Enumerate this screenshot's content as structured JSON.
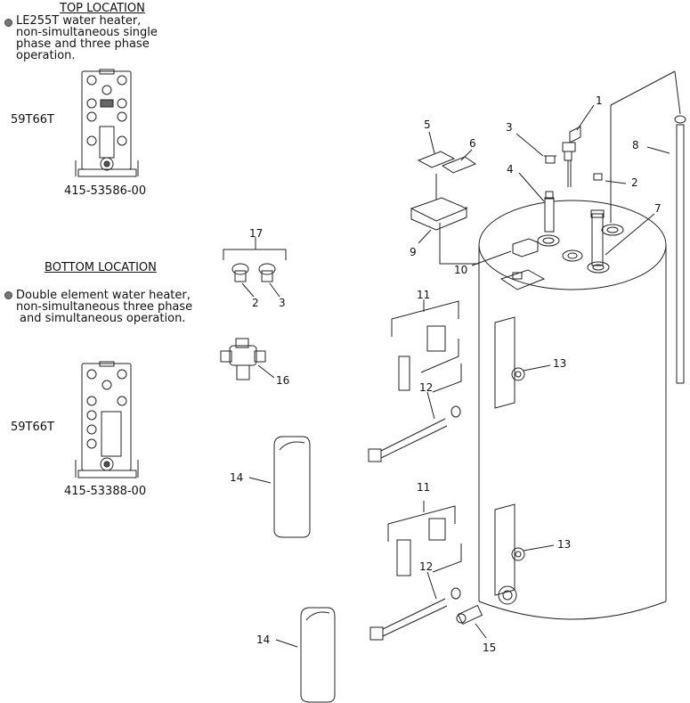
{
  "top": {
    "heading": "TOP LOCATION",
    "bullet_lines": [
      "LE255T water heater,",
      "non-simultaneous single",
      "phase and three phase",
      "operation."
    ],
    "side_label": "59T66T",
    "part_number": "415-53586-00"
  },
  "bottom": {
    "heading": "BOTTOM LOCATION",
    "bullet_lines": [
      "Double element water heater,",
      "non-simultaneous three phase",
      "and simultaneous operation."
    ],
    "side_label": "59T66T",
    "part_number": "415-53388-00"
  },
  "callouts": {
    "c1": "1",
    "c2a": "2",
    "c3a": "3",
    "c4": "4",
    "c5": "5",
    "c6": "6",
    "c7": "7",
    "c8": "8",
    "c9": "9",
    "c10": "10",
    "c11a": "11",
    "c11b": "11",
    "c12a": "12",
    "c12b": "12",
    "c13a": "13",
    "c13b": "13",
    "c14a": "14",
    "c14b": "14",
    "c15": "15",
    "c16": "16",
    "c17": "17",
    "c2b": "2",
    "c3b": "3"
  }
}
